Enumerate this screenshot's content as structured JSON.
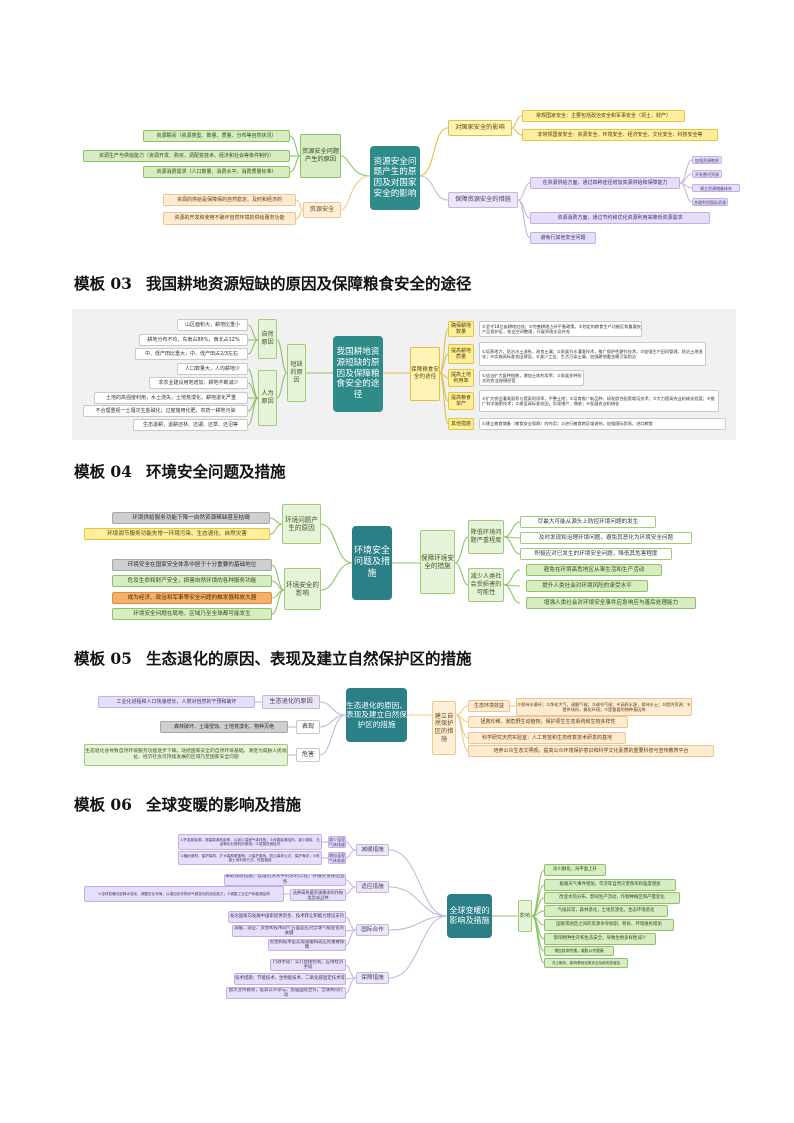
{
  "map02": {
    "center": "资源安全问题产生的原因及对国家安全的影响",
    "left": {
      "cause": {
        "label": "资源安全问题产生的原因",
        "items": [
          "资源瞬间（资源类型、数量、质量、分布等自然状况）",
          "资源生产与供给能力（资源开发、购买、调配变技术、经济和社会等条件制约）",
          "资源消费需求（人口数量、消费水平、消费质量标准）"
        ]
      },
      "security": {
        "label": "资源安全",
        "items": [
          "资源的供给是保障保的自然稳定、及时和经济的",
          "资源的开发和使用不破坏自然环境的供给服务功能"
        ]
      }
    },
    "right": {
      "impact": {
        "label": "对国家安全的影响",
        "items": [
          "常规国家安全：主要包括政治安全和军事安全（领土、财产）",
          "非常规国家安全：资源安全、环境安全、经济安全、文化安全、科技安全等"
        ]
      },
      "measures": {
        "label": "保障资源安全的措施",
        "items": [
          "在资源供给方面，通过四种途径增加资源供给和保障能力",
          "资源消费方面，通过节约和优化资源利用来降低资源需求",
          "避免行其他安全问题"
        ],
        "sub": [
          "加强资源勘探",
          "开发替代资源",
          "建立资源储备体系",
          "合理利用国际资源"
        ]
      }
    }
  },
  "t03": {
    "num": "模板 03",
    "title": "我国耕地资源短缺的原因及保障粮食安全的途径",
    "center": "我国耕地资源短缺的原因及保障粮食安全的途径",
    "left": {
      "branch": "短缺的原因",
      "natural": {
        "label": "自然原因",
        "items": [
          "山区面积大，耕地比重小",
          "耕地分布不均，东南占88%，西北占12%",
          "中、低产田比重大，中、低产田占2/3左右"
        ]
      },
      "human": {
        "label": "人为原因",
        "items": [
          "人口数量大，人均耕地少",
          "非农业建设用地增加，耕地不断减少",
          "土地的高强度利用，水土流失，土地荒漠化，耕地退化严重",
          "不合理重视一土壤次生盐碱化；过度施用化肥，农药一耕地污染",
          "生态退耕，退耕还林、还湖、还草、还沼等"
        ]
      }
    },
    "right": {
      "branch": "保障粮食安全的途径",
      "items": [
        {
          "label": "确保耕地数量",
          "detail": "①坚守18亿亩耕地红线；②完善耕地占补平衡政策。③划定的粮食生产功能区和重要农产品保护区，农业空间整理，开展旱改水及补充"
        },
        {
          "label": "提高耕地质量",
          "detail": "①培养地力，防治水土流失，改良土壤；②发展节水灌溉技术，推广保护性耕作技术。③加强生产田间管理，防治土地退化；④实施高标准农田建设，⑤减少工业、生活污染土壤，加强耕地重金属污染防治"
        },
        {
          "label": "提高土地利用率",
          "detail": "①适当扩大复种指数，增加土地利用率；②发展多种形式的农业规模经营"
        },
        {
          "label": "提高粮食单产",
          "detail": "①扩大农田灌溉面积与提高利用率，平整土地；②培育推广新品种，研发综合配套栽培技术；③大力提高农业机械化程度；④推广科学施肥技术；⑤建设高标准农田，实现增产、增收；⑥发展农业机械化"
        },
        {
          "label": "其他措施",
          "detail": "①建立粮食储备（粮食安全保障）的作用；②进行粮食跨区域调剂，加强国际贸易，进口粮食"
        }
      ]
    }
  },
  "t04": {
    "num": "模板 04",
    "title": "环境安全问题及措施",
    "center": "环境安全问题及措施",
    "cause": {
      "label": "环境问题产生的原因",
      "items": [
        "环境供给服务功能下降一自然资源稀缺甚至枯竭",
        "环境调节服务功能失常一环境污染、生态退化、自然灾害"
      ]
    },
    "impact": {
      "label": "环境安全的影响",
      "items": [
        "环境安全在国家安全体系中居于十分重要的基础地位",
        "危及生命和财产安全，损害自然环境的各种服务功能",
        "成为经济、政治和军事等安全问题的触发器和放大器",
        "环境安全问题在局地、区域乃至全球都可能发生"
      ]
    },
    "measures": {
      "label": "保障环境安全的措施",
      "groups": [
        {
          "label": "降低环境问题严重程度",
          "items": [
            "尽最大可能从源头上防控环境问题的发生",
            "及时发现和治理环境问题，避免其恶化为环境安全问题",
            "积极应对已发生的环境安全问题，降低其危害程度"
          ]
        },
        {
          "label": "减少人类社会受损害的可能性",
          "items": [
            "避免在环境高危地区从事生活和生产活动",
            "提升人类社会对环境风险的承受水平",
            "增强人类社会对环境安全事件应急响应与善后处理能力"
          ]
        }
      ]
    }
  },
  "t05": {
    "num": "模板 05",
    "title": "生态退化的原因、表现及建立自然保护区的措施",
    "center": "生态退化的原因、表现及建立自然保护区的措施",
    "cause": {
      "label": "生态退化的原因",
      "item": "工业化进程和人口快速增长，人类对自然的干预和破坏"
    },
    "expr": {
      "label": "表现",
      "item": "森林破坏、土壤侵蚀、土地荒漠化、物种灭绝"
    },
    "harm": {
      "label": "危害",
      "item": "生态退化会导致自然环境服务功能逐步下降。动摇国家安全的自然环境基础，演变为威胁人民福祉、经济社会可持续发展的区域乃至国家安全问题"
    },
    "measures": {
      "label": "建立自然保护区的措施",
      "function": {
        "label": "生态环境效益",
        "detail": "①保持水循环；②净化大气，调解气候；③调节气候；④涵养水源，保持水土；⑤提供资源；⑥提供场所，美化环境；⑦是重要的物种基因库"
      },
      "items": [
        "拯救珍稀、濒危野生动植物，保护原生生态系统和生物多样性",
        "科学研究天然实验室：人工育苗和生态修复技术研发的基地",
        "培养公众生态文明观，提高公众环境保护意识和科学文化素质的重要科普与宣传教育平台"
      ]
    }
  },
  "t06": {
    "num": "模板 06",
    "title": "全球变暖的影响及措施",
    "center": "全球变暖的影响及措施",
    "groups": [
      {
        "label": "减缓措施",
        "subs": [
          {
            "label": "减少温室气体排放",
            "detail": "①开发新能源，提高能源利用率，以减少温室气体排放；②改善能源结构，减少煤炭、石油等化石燃料的使用；③发展低碳经济"
          },
          {
            "label": "增加温室气体吸收",
            "detail": "①植树造林，保护森林，扩大森林覆盖率；②保护湿地，防止森林火灾，保护海洋；③改善土地利用方式，恢复植被"
          }
        ]
      },
      {
        "label": "适应措施",
        "subs": [
          {
            "label": "采取预防措施，建设抗洪水平的水利工程，开展灾害保险业务",
            "detail": ""
          },
          {
            "label": "选种高热量资源需求的作物类型或品种",
            "detail": "①全球变暖引起降水变化，调整农业布局，以增加农作物对气候变化的适应能力；②调整工业生产和能源结构"
          }
        ]
      },
      {
        "label": "国际合作",
        "subs": [
          {
            "label": "发达国家向发展中国家提供资金、技术转让和能力建设支持",
            "detail": ""
          },
          {
            "label": "减缓、适应、资金和技术四个方面是应对全球气候变化的关键",
            "detail": ""
          },
          {
            "label": "资金和技术是实现减缓和适应的重要保障",
            "detail": ""
          }
        ]
      },
      {
        "label": "保障措施",
        "subs": [
          {
            "label": "行政手段：实行直接控制，应用经济手段",
            "detail": ""
          },
          {
            "label": "技术措施：节能技术、生物能技术、二氧化碳固定技术等",
            "detail": ""
          },
          {
            "label": "加大宣传教育，提高公众参与，加强国际合作，全球共同行动",
            "detail": ""
          }
        ]
      }
    ],
    "impact": {
      "label": "影响",
      "items": [
        "冰川融化、海平面上升",
        "极端天气事件增加，旱涝等自然灾害频率和强度增加",
        "改变水热分布，影响生产活动，作物种植区和产量变化",
        "气候异常，森林退化，土地荒漠化，生态环境恶化",
        "国家或地区之间的资源争夺加剧，移民、环境难民增加",
        "影响物种生存和生态安全，导致生物多样性减少",
        "增加疾病传播，威胁公共健康",
        "冻土融化，影响基础设施安全及碳排放增加"
      ]
    }
  }
}
